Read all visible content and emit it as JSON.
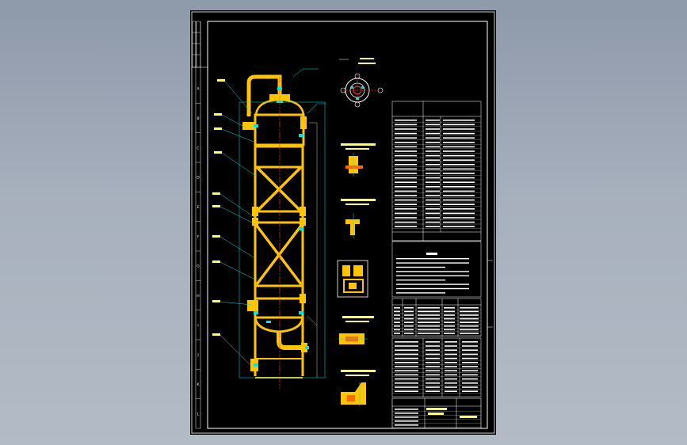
{
  "colors": {
    "background": "#9aa4b2",
    "sheet": "#000000",
    "linework": "#ffffff",
    "vessel": "#ffc400",
    "centerline": "#ff3b3b",
    "leader": "#00e5e5",
    "annotation": "#ffff66"
  },
  "border": {
    "zones_left": [
      "A",
      "B",
      "C",
      "D",
      "E",
      "F",
      "G",
      "H",
      "I",
      "J",
      "K",
      "L"
    ]
  },
  "views": {
    "main_elevation": "vessel-front-elevation",
    "top_view": "nozzle-orientation-view",
    "details": [
      "detail-1",
      "detail-2",
      "detail-3",
      "detail-4",
      "detail-5"
    ]
  },
  "title_block": {
    "drawing_no": "",
    "title": ""
  }
}
